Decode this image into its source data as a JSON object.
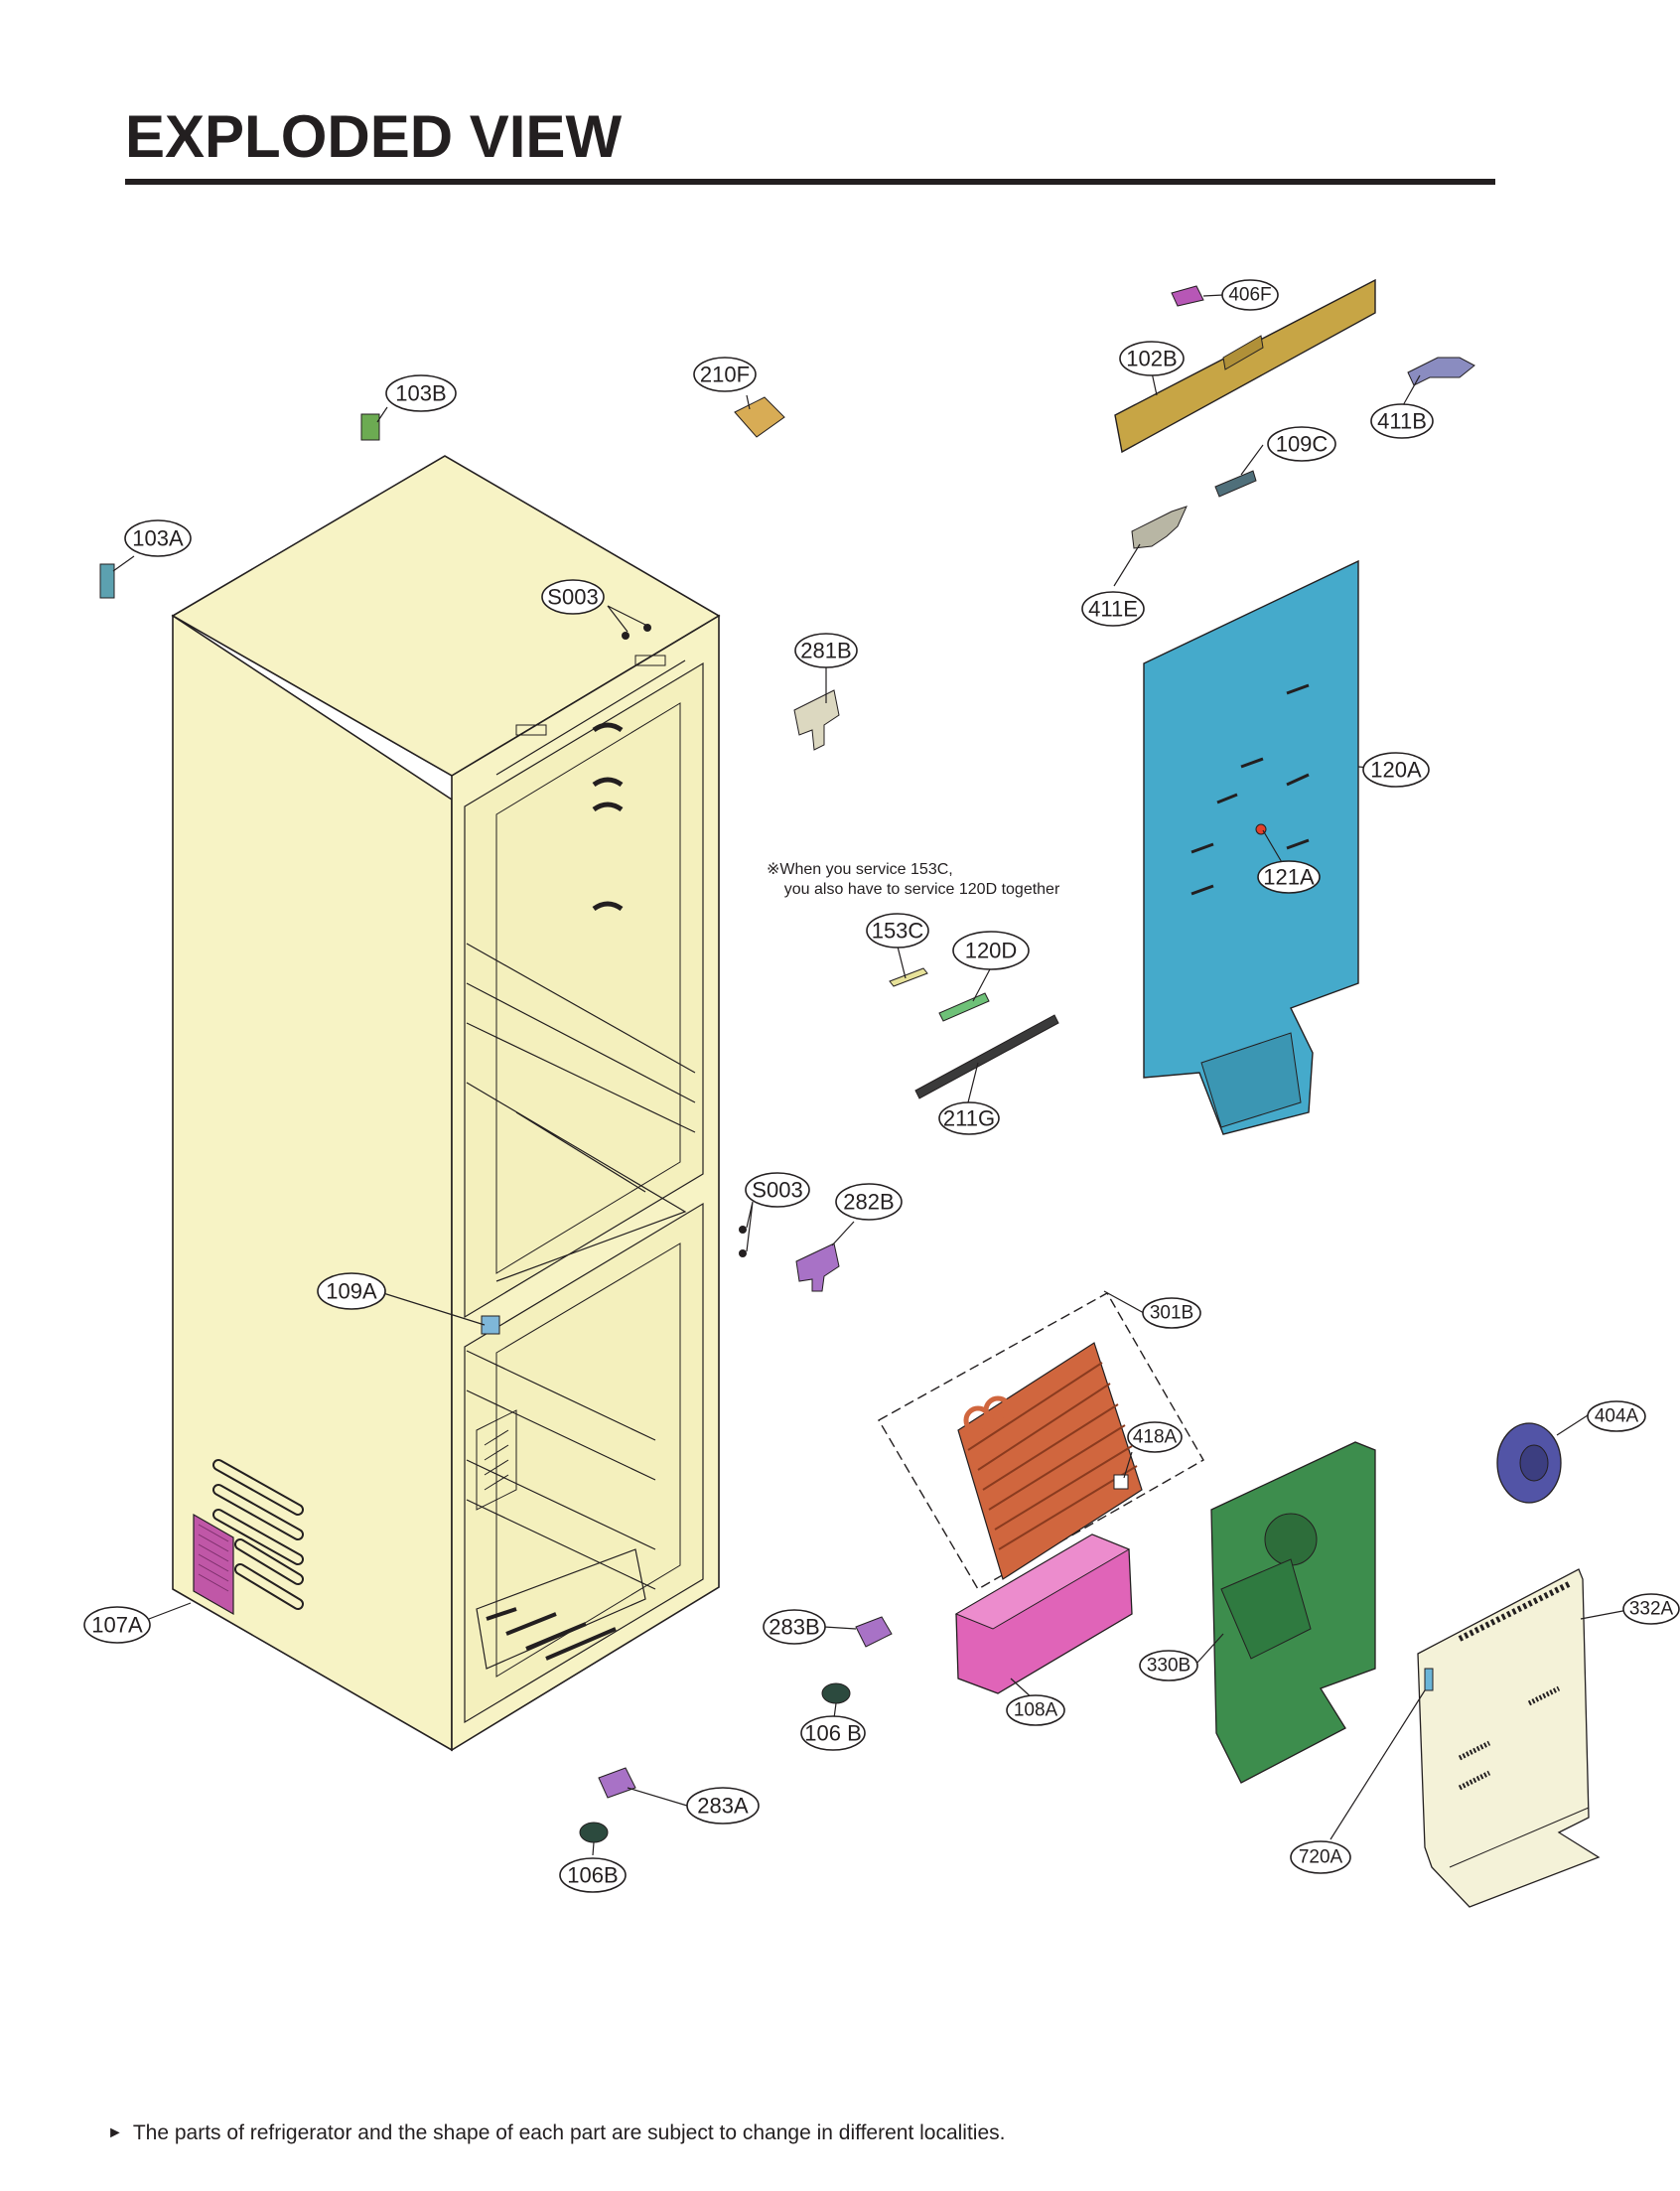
{
  "title": "EXPLODED VIEW",
  "note": {
    "line1": "※When you service 153C,",
    "line2": "you also have to service 120D together"
  },
  "footer": {
    "marker": "►",
    "text": "The parts of refrigerator and the shape of each part are subject to change in different localities."
  },
  "colors": {
    "cabinet": "#f7f3c5",
    "rear_cover": "#45aacb",
    "top_cover": "#c7a545",
    "evaporator": "#d0663e",
    "drain_tray": "#e064b8",
    "shroud": "#3d8d4d",
    "fan_motor": "#5254a6",
    "grille": "#f4f2d8",
    "hinge": "#a872c6"
  },
  "labels": {
    "l406F": "406F",
    "l102B": "102B",
    "l411B": "411B",
    "l109C": "109C",
    "l411E": "411E",
    "l120A": "120A",
    "l121A": "121A",
    "l103B": "103B",
    "l210F": "210F",
    "l103A": "103A",
    "lS003a": "S003",
    "l281B": "281B",
    "l153C": "153C",
    "l120D": "120D",
    "l211G": "211G",
    "lS003b": "S003",
    "l282B": "282B",
    "l109A": "109A",
    "l301B": "301B",
    "l418A": "418A",
    "l404A": "404A",
    "l332A": "332A",
    "l107A": "107A",
    "l283B": "283B",
    "l330B": "330B",
    "l108A": "108A",
    "l106Ba": "106 B",
    "l283A": "283A",
    "l106Bb": "106B",
    "l720A": "720A"
  }
}
